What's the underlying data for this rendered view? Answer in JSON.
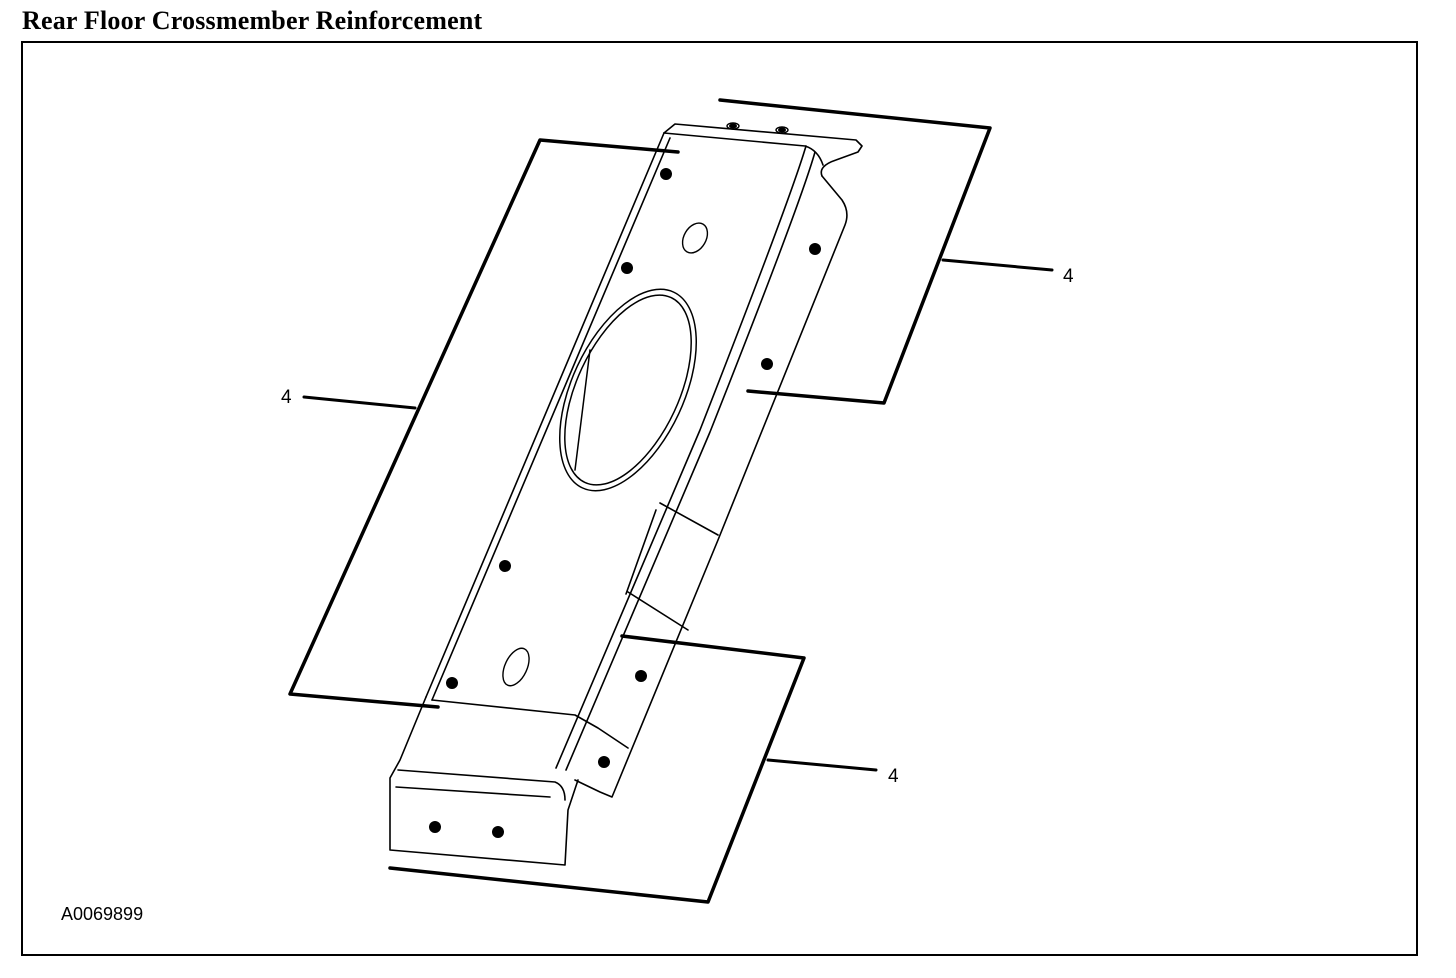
{
  "header": {
    "title": "Rear Floor Crossmember Reinforcement"
  },
  "callouts": [
    {
      "label": "4"
    },
    {
      "label": "4"
    },
    {
      "label": "4"
    }
  ],
  "figure": {
    "id": "A0069899"
  }
}
